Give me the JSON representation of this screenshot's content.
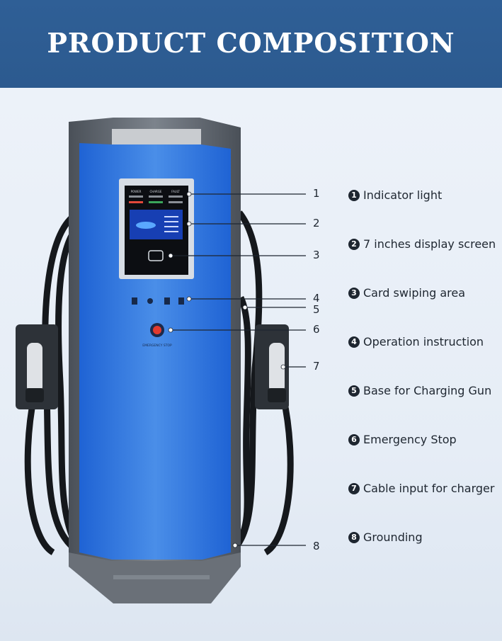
{
  "header": {
    "title": "PRODUCT COMPOSITION"
  },
  "screen_labels": {
    "power": "POWER",
    "charge": "CHARGE",
    "fault": "FAULT"
  },
  "emergency_label": "EMERGENCY STOP",
  "callouts": [
    "1",
    "2",
    "3",
    "4",
    "5",
    "6",
    "7",
    "8"
  ],
  "legend": [
    {
      "num": "1",
      "text": "Indicator light"
    },
    {
      "num": "2",
      "text": "7 inches display screen"
    },
    {
      "num": "3",
      "text": "Card swiping area"
    },
    {
      "num": "4",
      "text": "Operation instruction"
    },
    {
      "num": "5",
      "text": "Base for Charging Gun"
    },
    {
      "num": "6",
      "text": "Emergency Stop"
    },
    {
      "num": "7",
      "text": "Cable input for charger"
    },
    {
      "num": "8",
      "text": "Grounding"
    }
  ],
  "colors": {
    "header_bg": "#2f5f96",
    "body_blue": "#1f6fe0",
    "frame_gray": "#5f6670"
  }
}
